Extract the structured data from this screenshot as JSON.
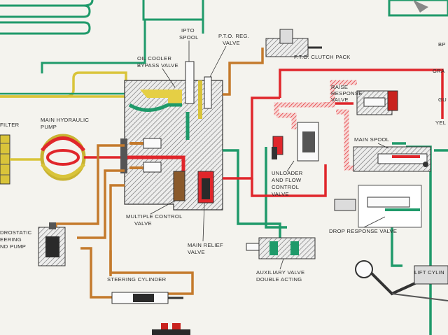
{
  "colors": {
    "background": "#f4f3ee",
    "green": "#1f9a6a",
    "red": "#e0262b",
    "yellow": "#d9c43a",
    "orange": "#c47a2c",
    "hatch": "#555555"
  },
  "labels": {
    "ipto_spool_1": "IPTO",
    "ipto_spool_2": "SPOOL",
    "pto_reg_1": "P.T.O. REG.",
    "pto_reg_2": "VALVE",
    "pto_clutch": "P.T.O. CLUTCH PACK",
    "oil_cooler_1": "OIL COOLER",
    "oil_cooler_2": "BYPASS VALVE",
    "raise_response_1": "RAISE",
    "raise_response_2": "RESPONSE",
    "raise_response_3": "VALVE",
    "filter": "FILTER",
    "main_pump_1": "MAIN HYDRAULIC",
    "main_pump_2": "PUMP",
    "main_spool": "MAIN SPOOL",
    "unloader_1": "UNLOADER",
    "unloader_2": "AND FLOW",
    "unloader_3": "CONTROL",
    "unloader_4": "VALVE",
    "multiple_control_1": "MULTIPLE CONTROL",
    "multiple_control_2": "VALVE",
    "main_relief_1": "MAIN RELIEF",
    "main_relief_2": "VALVE",
    "drop_response": "DROP RESPONSE VALVE",
    "hydrostatic_1": "DROSTATIC",
    "hydrostatic_2": "EERING",
    "hydrostatic_3": "ND PUMP",
    "steering_cylinder": "STEERING CYLINDER",
    "auxiliary_1": "AUXILIARY VALVE",
    "auxiliary_2": "DOUBLE ACTING",
    "lift_cylinder": "LIFT CYLIN",
    "edge_bp": "BP",
    "edge_gra": "GRA",
    "edge_gu": "GU",
    "edge_ye": "YEL"
  }
}
